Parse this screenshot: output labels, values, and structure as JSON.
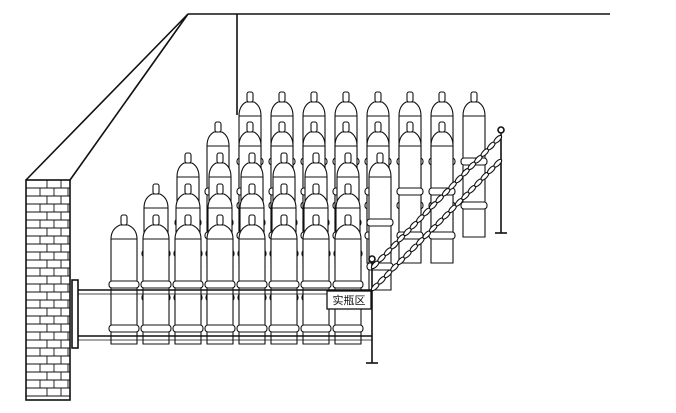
{
  "sign": {
    "label": "实瓶区"
  },
  "rack": {
    "rows": 5,
    "columns": 8
  },
  "colors": {
    "line": "#111111",
    "background": "#ffffff"
  }
}
